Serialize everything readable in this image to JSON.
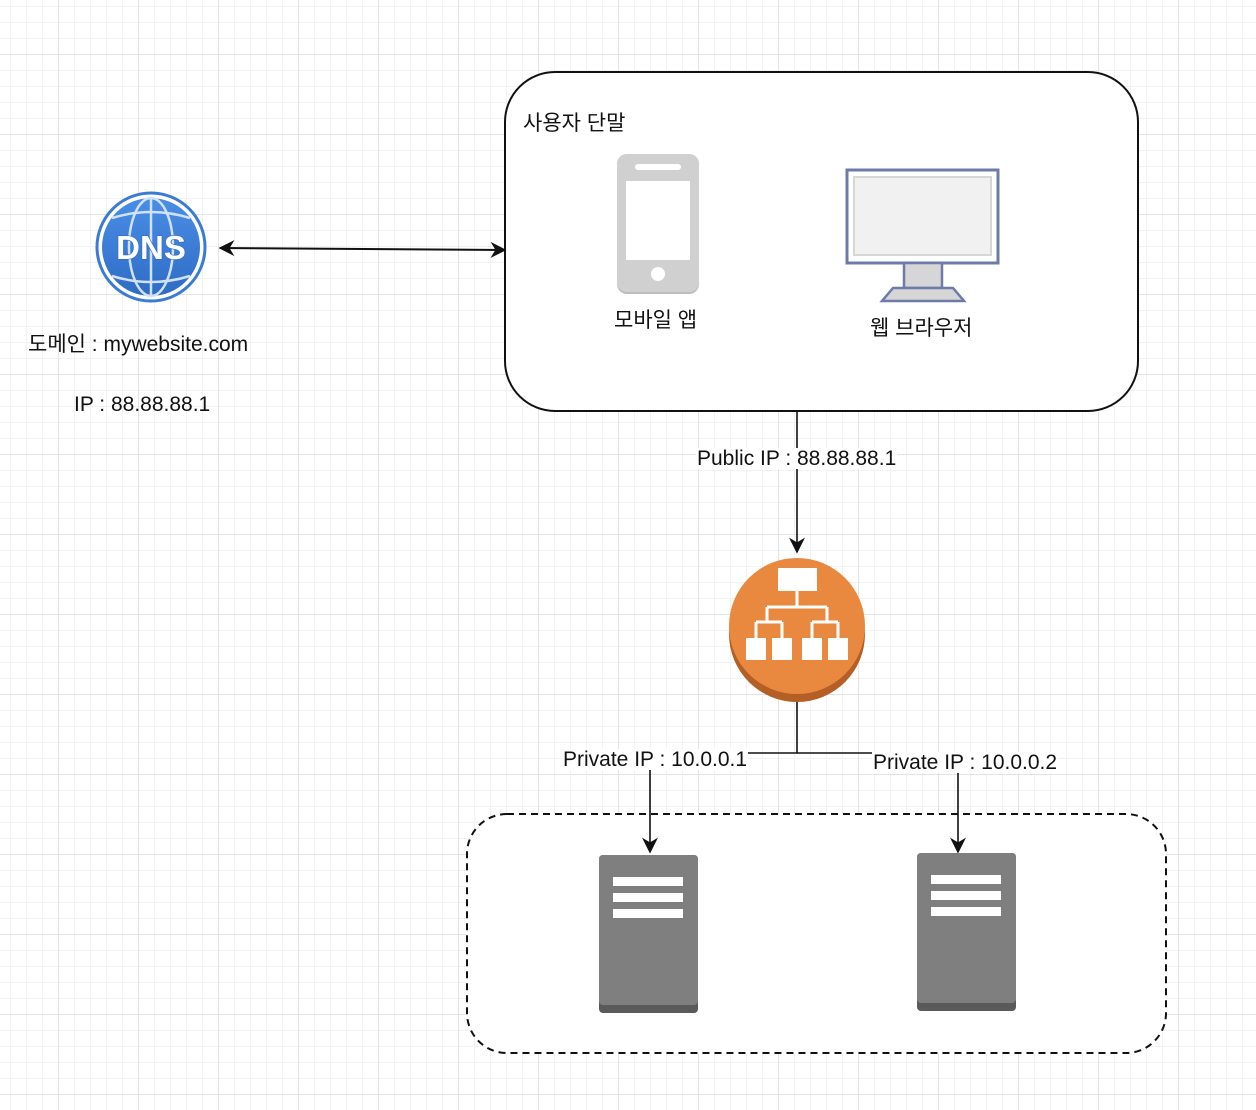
{
  "dns": {
    "icon_text": "DNS",
    "domain_label": "도메인 : mywebsite.com",
    "ip_label": "IP : 88.88.88.1"
  },
  "user_devices": {
    "title": "사용자 단말",
    "mobile_label": "모바일 앱",
    "browser_label": "웹 브라우저"
  },
  "edges": {
    "public_ip": "Public IP : 88.88.88.1",
    "private_ip_1": "Private IP : 10.0.0.1",
    "private_ip_2": "Private IP : 10.0.0.2"
  },
  "colors": {
    "dns_blue": "#3a7bd5",
    "load_balancer_orange": "#e8893f",
    "server_gray": "#7f7f7f",
    "monitor_frame": "#6e7ba8"
  }
}
